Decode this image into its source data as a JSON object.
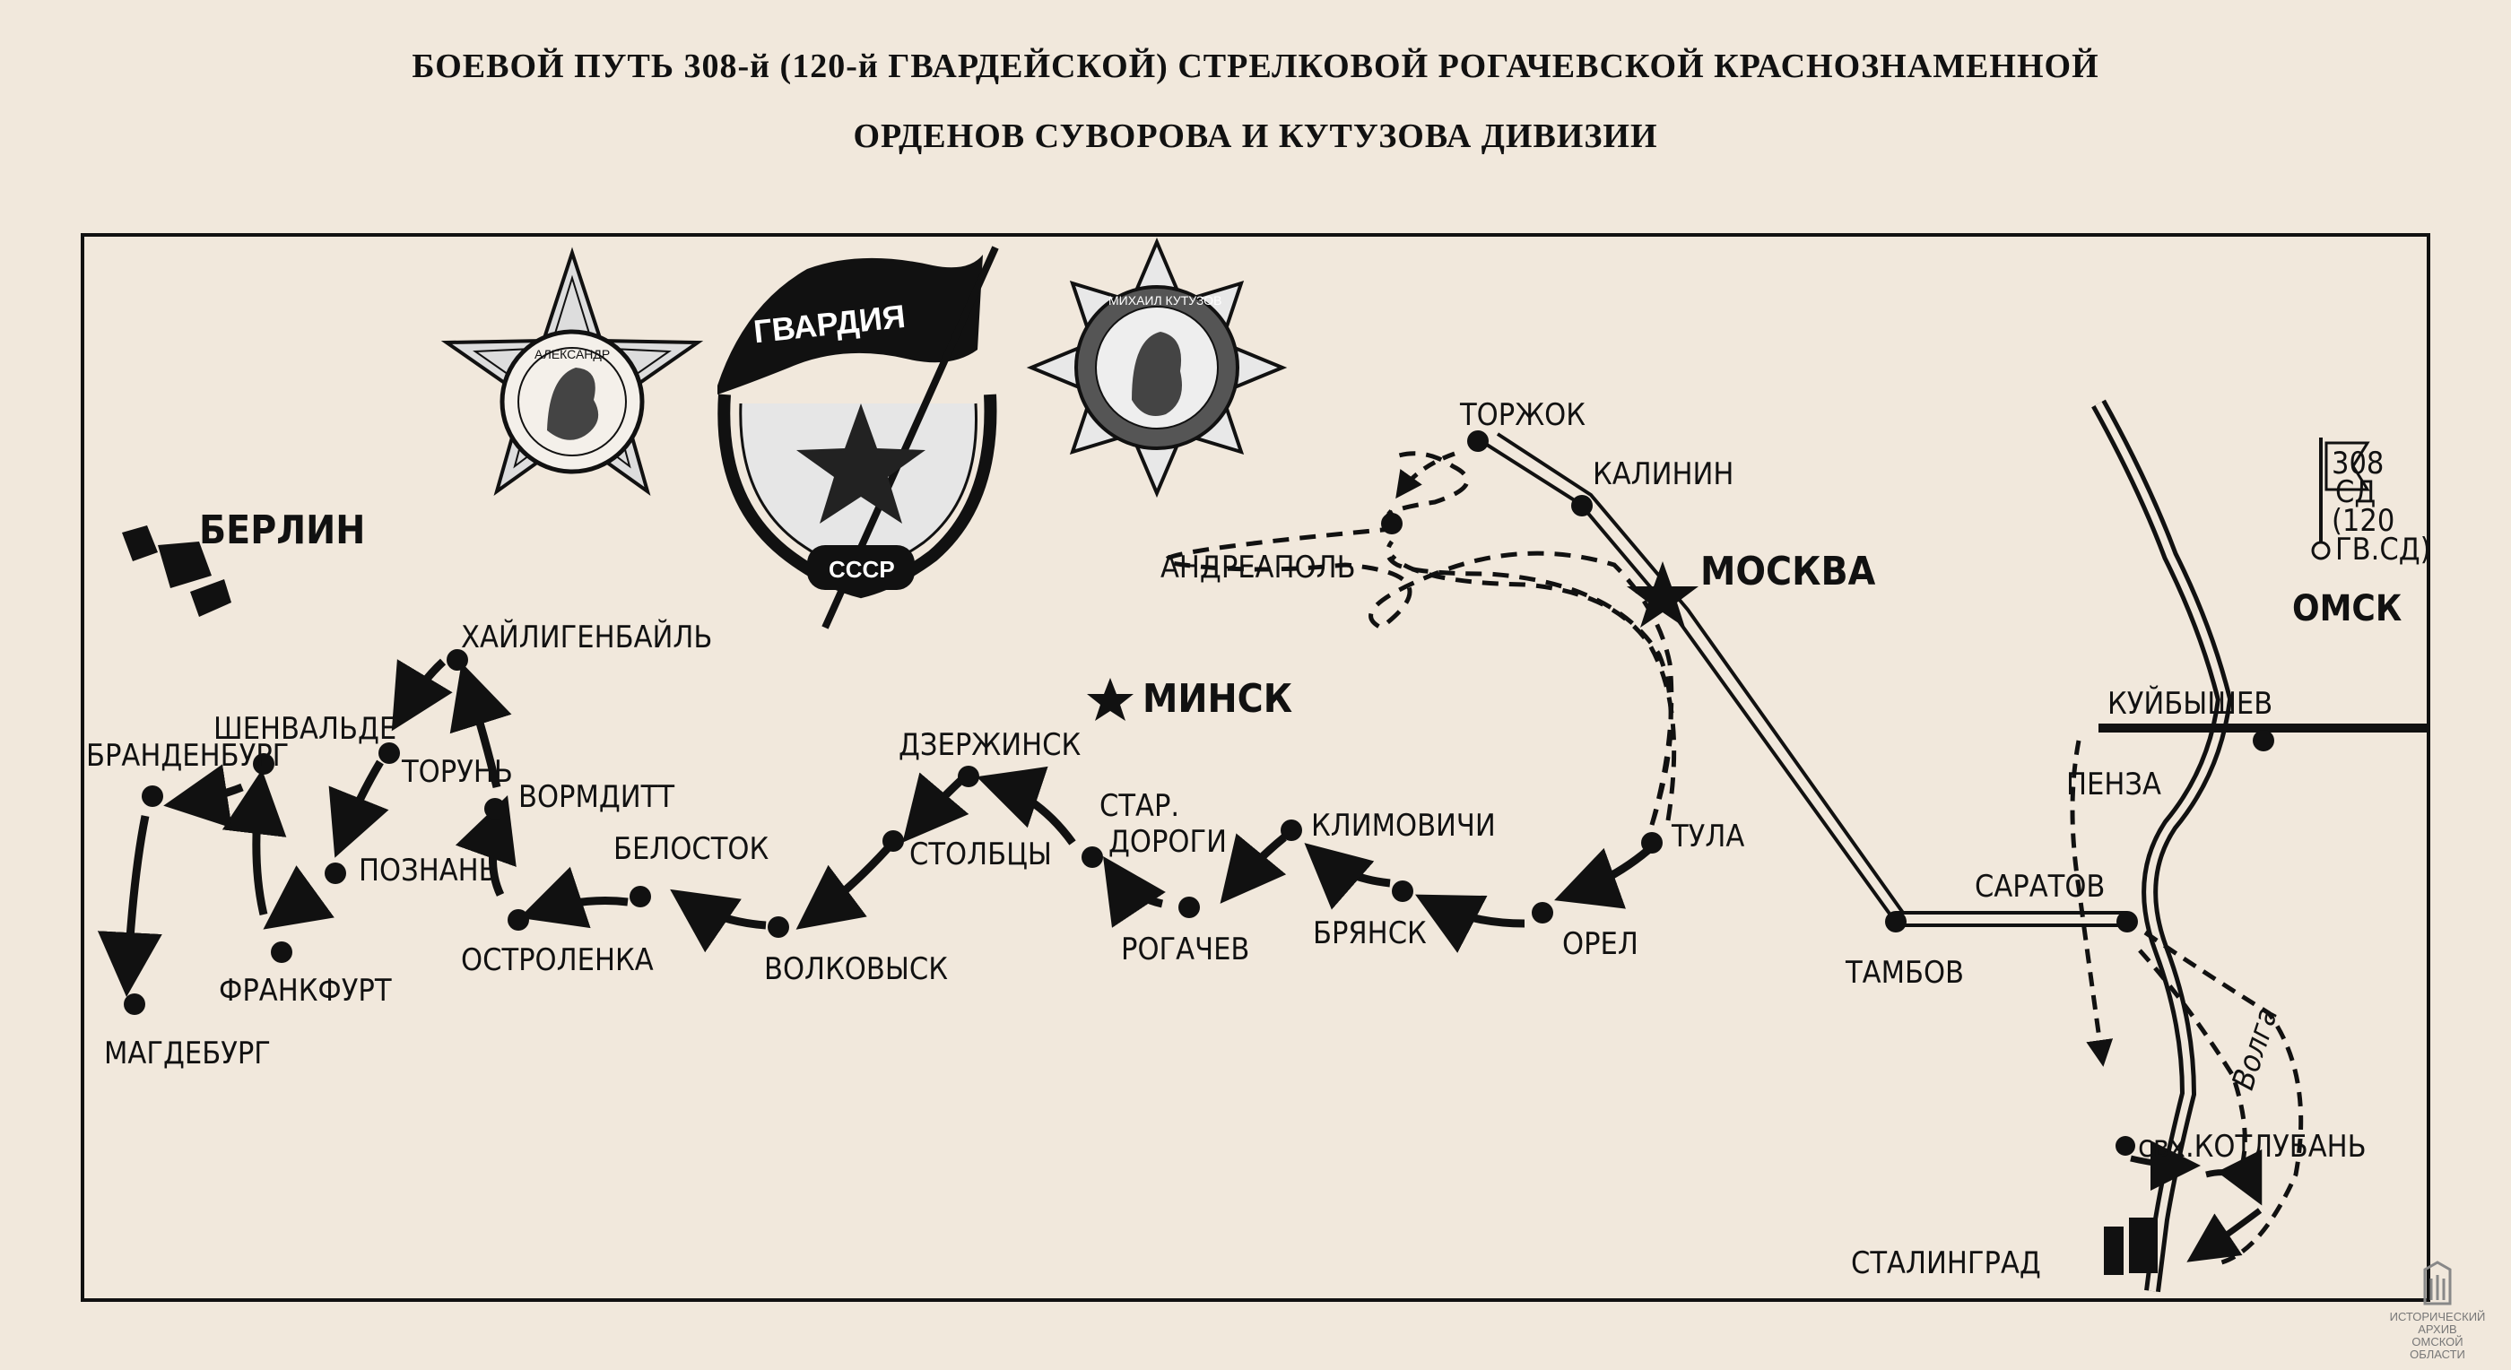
{
  "title": {
    "line1": "БОЕВОЙ ПУТЬ 308-й (120-й ГВАРДЕЙСКОЙ) СТРЕЛКОВОЙ РОГАЧЕВСКОЙ КРАСНОЗНАМЕННОЙ",
    "line2": "ОРДЕНОВ СУВОРОВА И КУТУЗОВА ДИВИЗИИ"
  },
  "emblems": {
    "suvorov_text": "АЛЕКСАНДР",
    "guards_banner": "ГВАРДИЯ",
    "guards_ribbon": "СССР",
    "kutuzov_text": "МИХАИЛ КУТУЗОВ"
  },
  "cities": {
    "berlin": "БЕРЛИН",
    "magdeburg": "МАГДЕБУРГ",
    "brandenburg": "БРАНДЕНБУРГ",
    "shenvalde": "ШЕНВАЛЬДЕ",
    "frankfurt": "ФРАНКФУРТ",
    "poznan": "ПОЗНАНЬ",
    "torun": "ТОРУНЬ",
    "hailigenbail": "ХАЙЛИГЕНБАЙЛЬ",
    "vormditt": "ВОРМДИТТ",
    "ostrolenka": "ОСТРОЛЕНКА",
    "belostok": "БЕЛОСТОК",
    "volkovysk": "ВОЛКОВЫСК",
    "stolbtsy": "СТОЛБЦЫ",
    "dzerzhinsk": "ДЗЕРЖИНСК",
    "minsk": "МИНСК",
    "star_dorogi_1": "СТАР.",
    "star_dorogi_2": "ДОРОГИ",
    "rogachev": "РОГАЧЕВ",
    "klimovichi": "КЛИМОВИЧИ",
    "bryansk": "БРЯНСК",
    "orel": "ОРЕЛ",
    "tula": "ТУЛА",
    "moskva": "МОСКВА",
    "kalinin": "КАЛИНИН",
    "torzhok": "ТОРЖОК",
    "andreapol": "АНДРЕАПОЛЬ",
    "tambov": "ТАМБОВ",
    "saratov": "САРАТОВ",
    "penza": "ПЕНЗА",
    "kuibyshev": "КУЙБЫШЕВ",
    "omsk": "ОМСК",
    "kotluban": "свх.КОТЛУБАНЬ",
    "stalingrad": "СТАЛИНГРАД"
  },
  "river": "Волга",
  "flag": {
    "line1": "308",
    "line2": "СД",
    "line3": "(120",
    "line4": "ГВ.СД)"
  },
  "watermark": {
    "line1": "ИСТОРИЧЕСКИЙ",
    "line2": "АРХИВ",
    "line3": "ОМСКОЙ ОБЛАСТИ"
  },
  "colors": {
    "paper": "#f1e8dc",
    "ink": "#111111"
  }
}
